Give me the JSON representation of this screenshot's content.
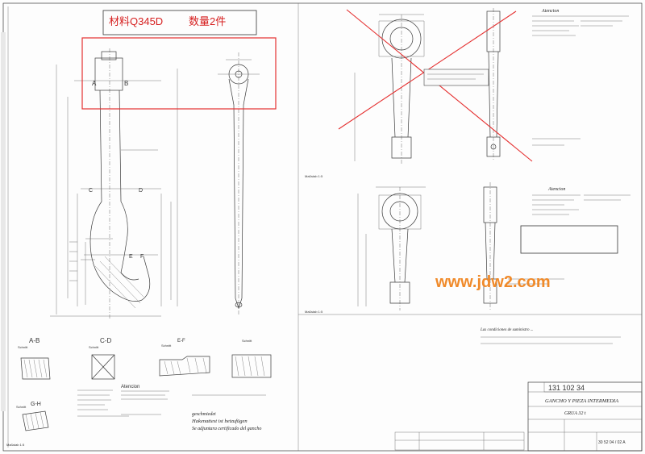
{
  "material_note": {
    "material": "材料Q345D",
    "quantity": "数量2件"
  },
  "sections": {
    "ab": "A-B",
    "cd": "C-D",
    "ef": "E-F",
    "gh": "G-H",
    "a_letter": "A",
    "b_letter": "B",
    "c_letter": "C",
    "d_letter": "D",
    "e_letter": "E",
    "f_letter": "F",
    "cut_a": "Schnitt",
    "cut_b": "Schnitt",
    "cut_c": "Schnitt",
    "cut_d": "Schnitt",
    "cut_e": "Schnitt"
  },
  "notes_left": {
    "atencion": "Atencion",
    "geschmiedet": "geschmiedet",
    "hakenattest": "Hakenattest ist beizufügen",
    "certificado": "Se adjuntara certificado del gancho"
  },
  "notes_right": {
    "atencion_top": "Atencion",
    "atencion_mid": "Atencion"
  },
  "scale": {
    "left": "Maßstab 1:5",
    "right_top": "Maßstab 1:5",
    "right_bottom": "Maßstab 1:5"
  },
  "title_block": {
    "drawing_number": "131 102 34",
    "title": "GANCHO Y PIEZA INTERMEDIA",
    "subtitle": "GRUA 32 t",
    "code": "30 52 04 / 02 A"
  },
  "handwritten_note": "Las condiciones de suministro ...",
  "watermark": "www.jdw2.com",
  "colors": {
    "markup_red": "#e53030",
    "watermark": "#f08a2a",
    "line": "#3a3a3a"
  }
}
